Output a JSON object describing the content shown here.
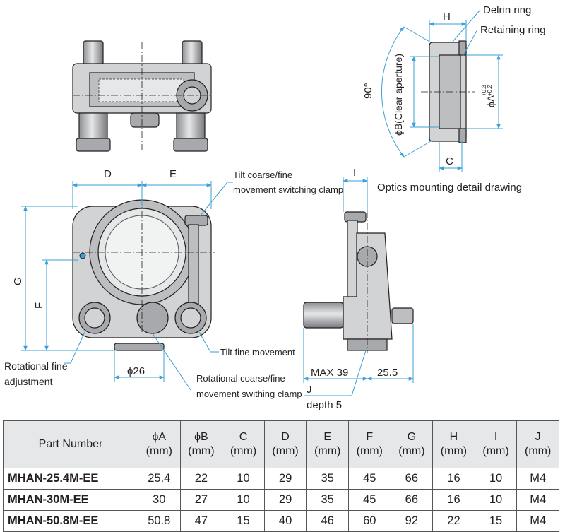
{
  "labels": {
    "delrin_ring": "Delrin ring",
    "retaining_ring": "Retaining ring",
    "dim_h": "H",
    "dim_c": "C",
    "angle": "90°",
    "clear_aperture": "ϕB(Clear aperture)",
    "phi_a": "ϕA",
    "tol_upper": "+0.3",
    "tol_lower": "+0.2",
    "dim_d": "D",
    "dim_e": "E",
    "dim_g": "G",
    "dim_f": "F",
    "dim_i": "I",
    "tilt_switch_line1": "Tilt coarse/fine",
    "tilt_switch_line2": "movement switching clamp",
    "optics_caption": "Optics mounting detail drawing",
    "tilt_fine": "Tilt fine movement",
    "rot_fine_line1": "Rotational fine",
    "rot_fine_line2": "adjustment",
    "phi26": "ϕ26",
    "rot_switch_line1": "Rotational coarse/fine",
    "rot_switch_line2": "movement swithing clamp",
    "max39": "MAX 39",
    "dim_255": "25.5",
    "dim_j": "J",
    "depth5": "depth 5"
  },
  "table": {
    "headers": [
      {
        "top": "Part Number",
        "bottom": ""
      },
      {
        "top": "ϕA",
        "bottom": "(mm)"
      },
      {
        "top": "ϕB",
        "bottom": "(mm)"
      },
      {
        "top": "C",
        "bottom": "(mm)"
      },
      {
        "top": "D",
        "bottom": "(mm)"
      },
      {
        "top": "E",
        "bottom": "(mm)"
      },
      {
        "top": "F",
        "bottom": "(mm)"
      },
      {
        "top": "G",
        "bottom": "(mm)"
      },
      {
        "top": "H",
        "bottom": "(mm)"
      },
      {
        "top": "I",
        "bottom": "(mm)"
      },
      {
        "top": "J",
        "bottom": "(mm)"
      }
    ],
    "rows": [
      [
        "MHAN-25.4M-EE",
        "25.4",
        "22",
        "10",
        "29",
        "35",
        "45",
        "66",
        "16",
        "10",
        "M4"
      ],
      [
        "MHAN-30M-EE",
        "30",
        "27",
        "10",
        "29",
        "35",
        "45",
        "66",
        "16",
        "10",
        "M4"
      ],
      [
        "MHAN-50.8M-EE",
        "50.8",
        "47",
        "15",
        "40",
        "46",
        "60",
        "92",
        "22",
        "15",
        "M4"
      ]
    ]
  },
  "colors": {
    "dimension_line": "#3aa0d6",
    "part_fill": "#d1d3d4",
    "part_shade": "#a7a9ac",
    "header_bg": "#e6e7e8"
  }
}
